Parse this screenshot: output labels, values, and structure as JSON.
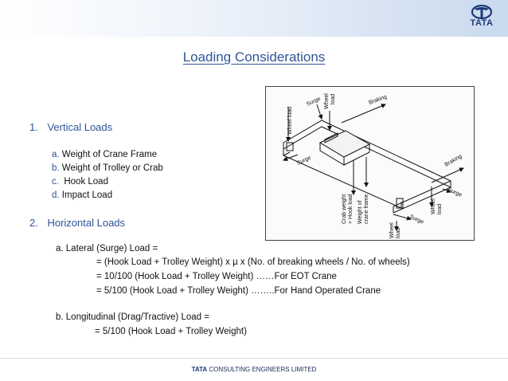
{
  "brand": {
    "logo_word": "TATA"
  },
  "title": "Loading Considerations",
  "vertical": {
    "heading_num": "1.",
    "heading": "Vertical Loads",
    "items": [
      {
        "letter": "a.",
        "text": "Weight of Crane Frame"
      },
      {
        "letter": "b.",
        "text": "Weight of Trolley or Crab"
      },
      {
        "letter": "c.",
        "text": " Hook Load"
      },
      {
        "letter": "d.",
        "text": "Impact Load"
      }
    ]
  },
  "horizontal": {
    "heading_num": "2.",
    "heading": "Horizontal Loads",
    "lateral": {
      "label": "a. Lateral (Surge) Load =",
      "lines": [
        "= (Hook Load + Trolley Weight) x µ x (No. of breaking wheels / No. of wheels)",
        "= 10/100 (Hook Load + Trolley Weight) ……For EOT Crane",
        "= 5/100 (Hook Load + Trolley Weight) ……..For Hand Operated Crane"
      ]
    },
    "longitudinal": {
      "label": "b. Longitudinal (Drag/Tractive) Load =",
      "lines": [
        "= 5/100 (Hook Load + Trolley Weight)"
      ]
    }
  },
  "figure_labels": {
    "wheel_load": "Wheel load",
    "surge": "Surge",
    "wheel": "Wheel",
    "load": "load",
    "braking": "Braking",
    "crab_weight": "Crab weight",
    "hook_load": "+ Hook load",
    "weight_of": "Weight of",
    "crane_frame": "crane frame"
  },
  "footer": {
    "brand": "TATA",
    "text": "CONSULTING ENGINEERS LIMITED"
  }
}
